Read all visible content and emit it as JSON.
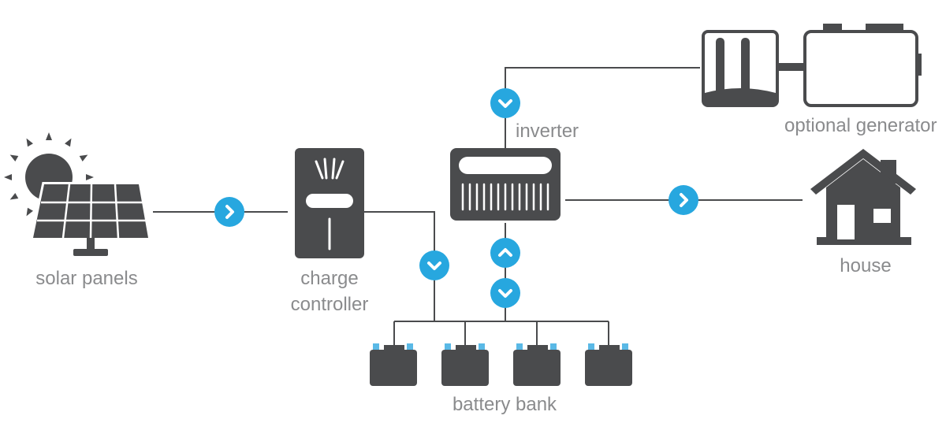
{
  "labels": {
    "solar_panels": "solar panels",
    "charge_controller_line1": "charge",
    "charge_controller_line2": "controller",
    "inverter": "inverter",
    "optional_generator": "optional generator",
    "house": "house",
    "battery_bank": "battery bank"
  },
  "colors": {
    "device": "#4a4b4d",
    "wire": "#4a4b4d",
    "flow_arrow": "#27a7df",
    "terminal": "#5ab9e6",
    "label": "#8a8b8d"
  },
  "icons": {
    "solar_panels": "solar-panel-icon",
    "sun": "sun-icon",
    "charge_controller": "charge-controller-icon",
    "inverter": "inverter-icon",
    "generator": "generator-icon",
    "house": "house-icon",
    "battery": "battery-icon",
    "flow_right": "arrow-right-icon",
    "flow_down": "arrow-down-icon",
    "flow_up": "arrow-up-icon"
  }
}
